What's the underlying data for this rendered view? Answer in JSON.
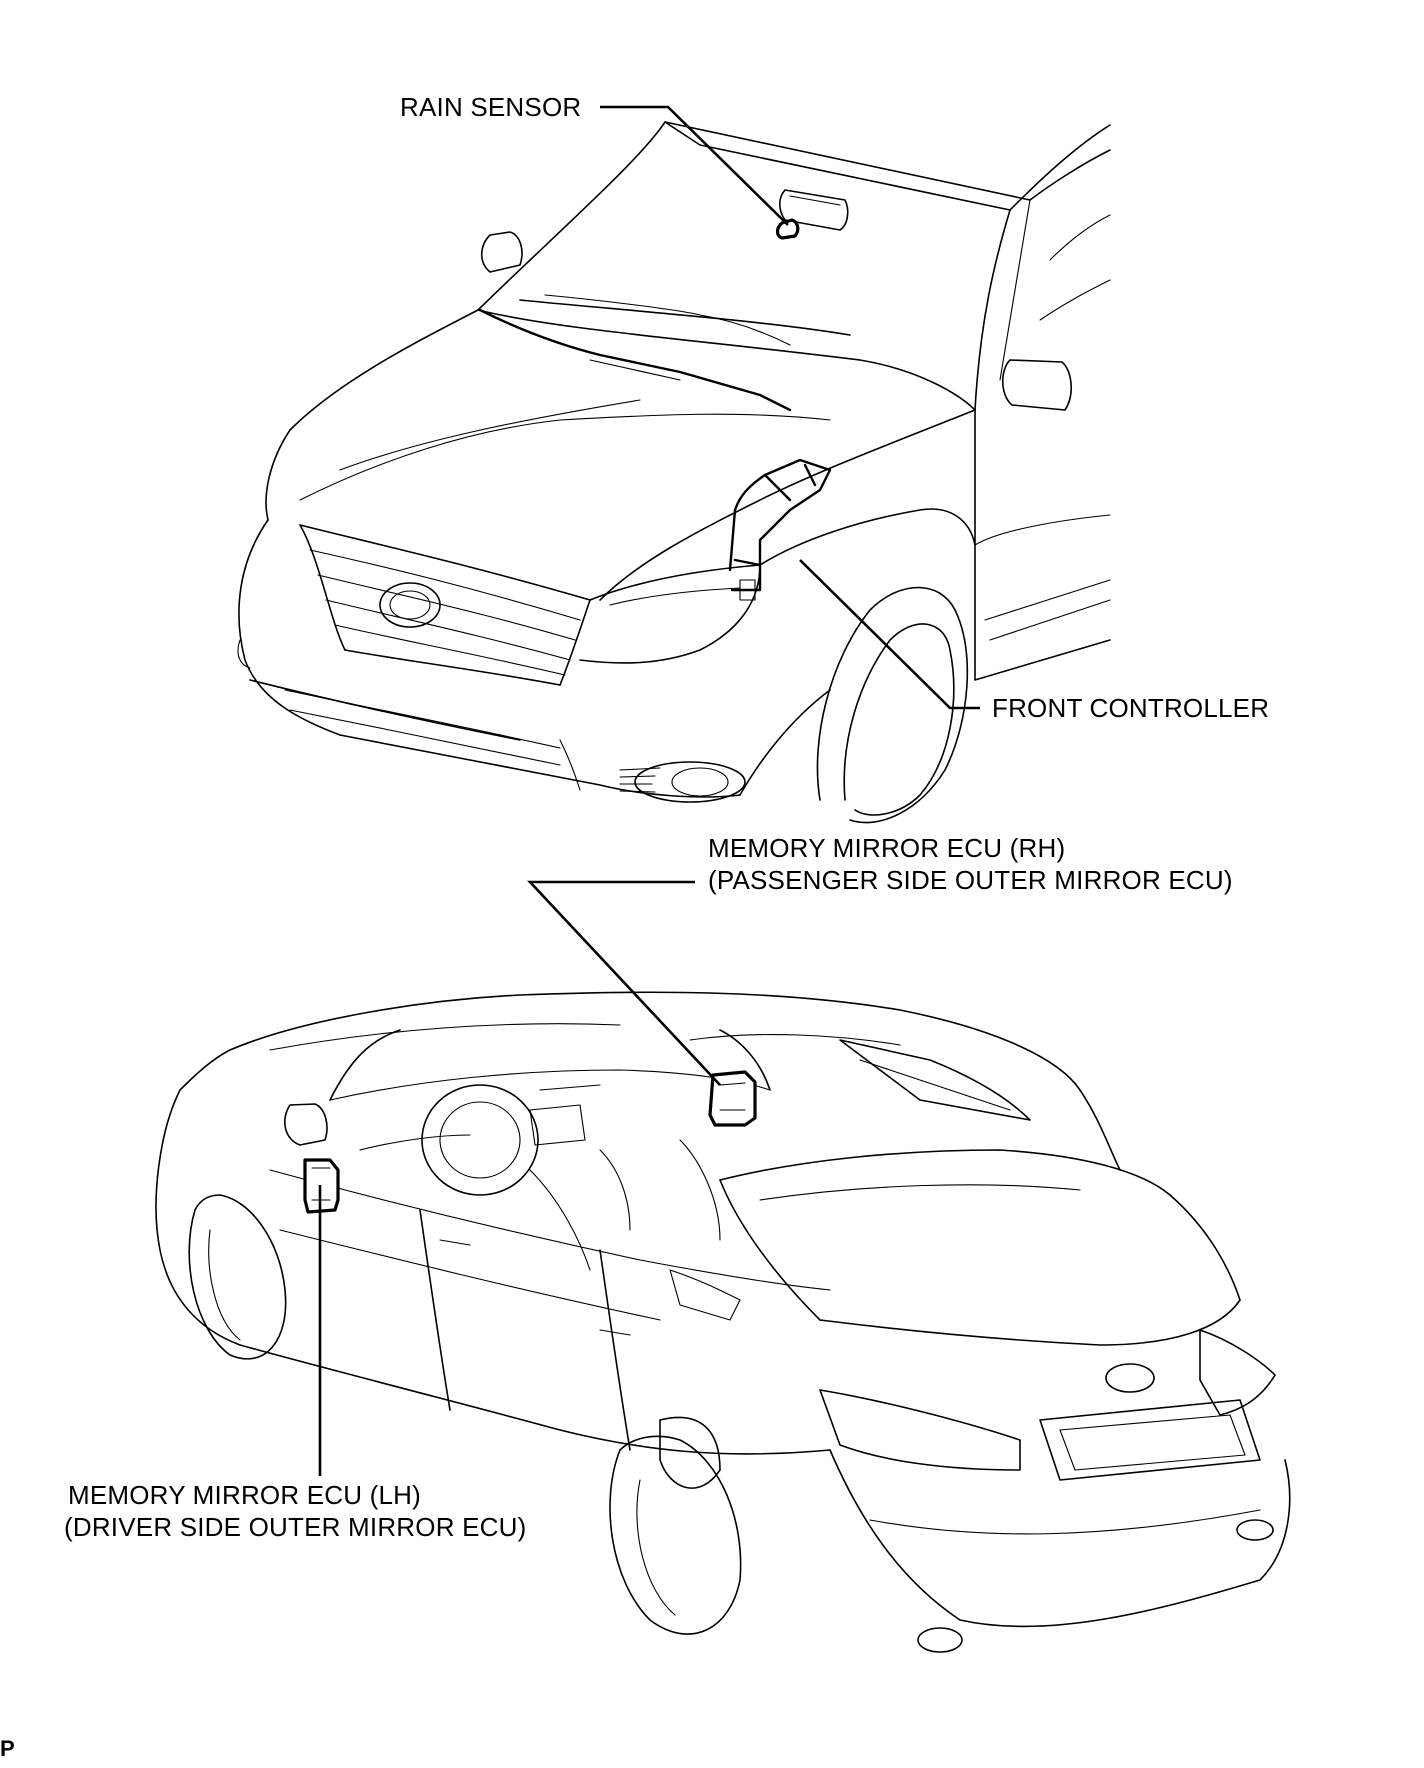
{
  "labels": {
    "rain_sensor": "RAIN SENSOR",
    "front_controller": "FRONT CONTROLLER",
    "mirror_rh_line1": "MEMORY MIRROR ECU (RH)",
    "mirror_rh_line2": "(PASSENGER SIDE OUTER MIRROR ECU)",
    "mirror_lh_line1": "MEMORY MIRROR ECU (LH)",
    "mirror_lh_line2": "(DRIVER SIDE OUTER MIRROR ECU)"
  },
  "corner_code": "P"
}
